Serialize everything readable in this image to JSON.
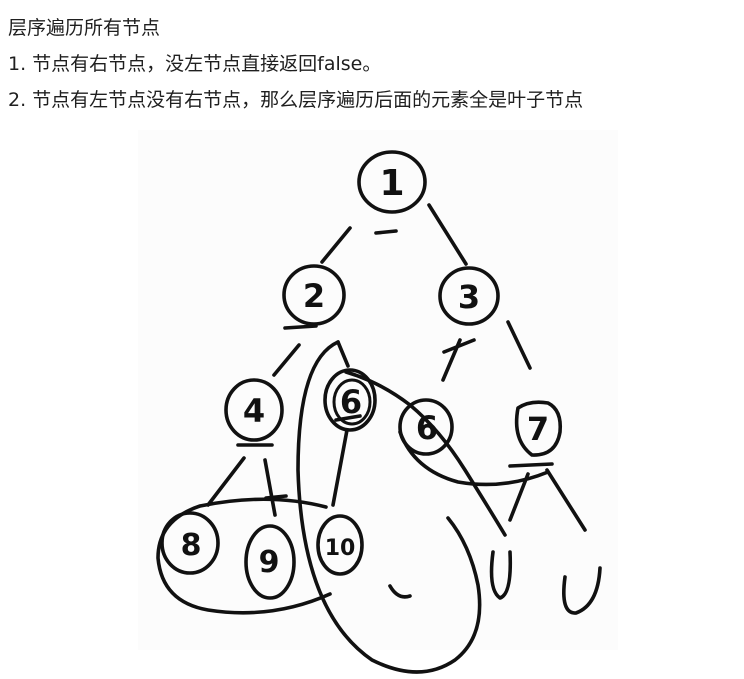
{
  "text": {
    "heading": "层序遍历所有节点",
    "rule1": "1. 节点有右节点，没左节点直接返回false。",
    "rule2": "2. 节点有左节点没有右节点，那么层序遍历后面的元素全是叶子节点"
  },
  "tree": {
    "nodes": [
      "1",
      "2",
      "3",
      "4",
      "6",
      "6",
      "7",
      "8",
      "9",
      "10"
    ]
  },
  "colors": {
    "ink": "#111111",
    "text": "#1f1f1f",
    "background": "#ffffff"
  }
}
